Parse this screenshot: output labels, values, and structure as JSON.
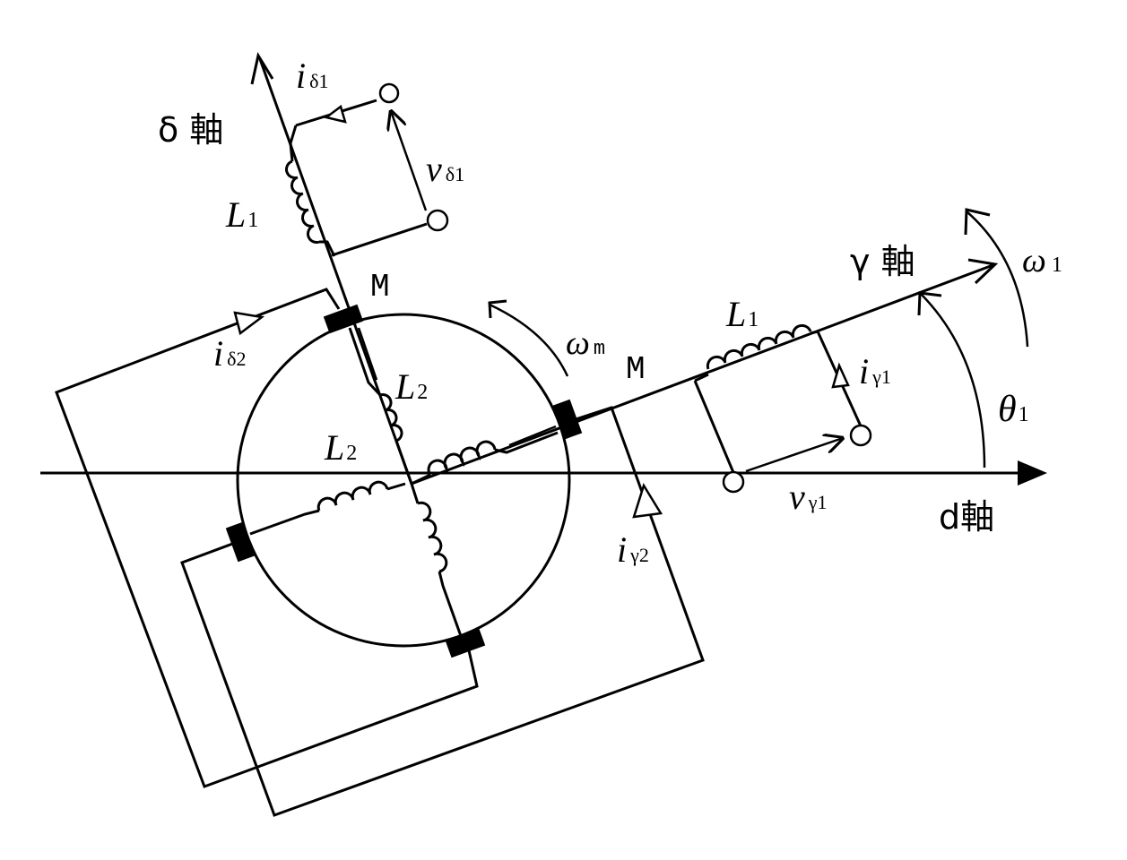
{
  "labels": {
    "delta_axis": "δ 軸",
    "gamma_axis": "γ 軸",
    "d_axis": "d軸",
    "omega1": {
      "main": "ω",
      "sub": "1"
    },
    "omega_m": {
      "main": "ω",
      "sub": "m"
    },
    "theta1": {
      "main": "θ",
      "sub": "1"
    },
    "M_delta": "M",
    "M_gamma": "M",
    "L1_delta": {
      "main": "L",
      "sub": "1"
    },
    "L1_gamma": {
      "main": "L",
      "sub": "1"
    },
    "L2_delta": {
      "main": "L",
      "sub": "2"
    },
    "L2_d": {
      "main": "L",
      "sub": "2"
    },
    "i_delta1": {
      "main": "i",
      "sub": "δ1"
    },
    "i_delta2": {
      "main": "i",
      "sub": "δ2"
    },
    "i_gamma1": {
      "main": "i",
      "sub": "γ1"
    },
    "i_gamma2": {
      "main": "i",
      "sub": "γ2"
    },
    "v_delta1": {
      "main": "v",
      "sub": "δ1"
    },
    "v_gamma1": {
      "main": "v",
      "sub": "γ1"
    }
  }
}
